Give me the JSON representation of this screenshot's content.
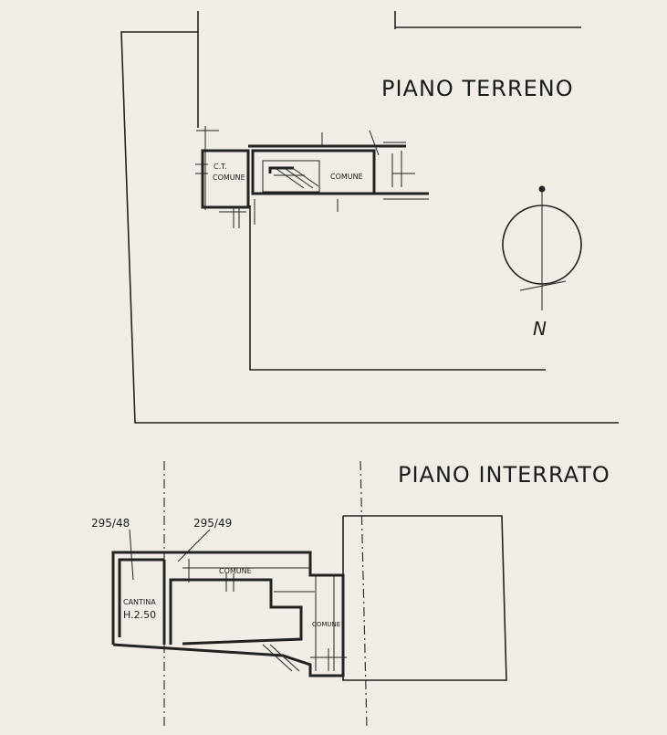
{
  "titles": {
    "ground_floor": "PIANO TERRENO",
    "basement": "PIANO INTERRATO"
  },
  "ground_rooms": {
    "ct": "C.T.",
    "ct_comune": "COMUNE",
    "comune": "COMUNE"
  },
  "basement_rooms": {
    "ref_left": "295/48",
    "ref_right": "295/49",
    "comune_top": "COMUNE",
    "cantina": "CANTINA",
    "height": "H.2.50",
    "comune_right": "COMUNE"
  },
  "compass": {
    "label": "N"
  }
}
